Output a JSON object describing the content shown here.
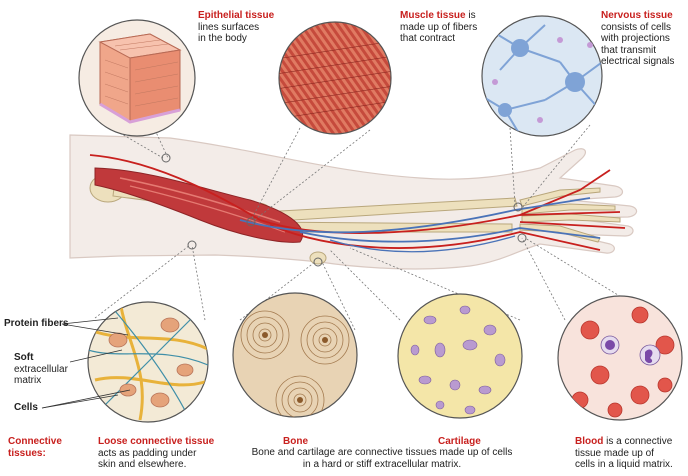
{
  "colors": {
    "accent_red": "#c8201e",
    "skin": "#f3ece8",
    "muscle": "#c0393b",
    "bone": "#ede0bd",
    "artery": "#c8201e",
    "vein": "#4a73b8",
    "nerve_bg": "#dbe7f3",
    "nerve_cell": "#7fa3d6",
    "cartilage_bg": "#f4e6a8",
    "cartilage_cell": "#b99ad0",
    "blood_bg": "#f8e3dc",
    "rbc": "#e2564b",
    "loose_bg": "#f3ead6",
    "bone_tissue_bg": "#e8d3b4"
  },
  "labels": {
    "epithelial": {
      "title": "Epithelial tissue",
      "desc_1": "lines surfaces",
      "desc_2": "in the body"
    },
    "muscle": {
      "title": "Muscle tissue",
      "desc_0": " is",
      "desc_1": "made up of fibers",
      "desc_2": "that contract"
    },
    "nervous": {
      "title": "Nervous tissue",
      "desc_1": "consists of cells",
      "desc_2": "with projections",
      "desc_3": "that transmit",
      "desc_4": "electrical signals"
    },
    "protein_fibers": "Protein fibers",
    "soft_matrix_1": "Soft",
    "soft_matrix_2": "extracellular",
    "soft_matrix_3": "matrix",
    "cells": "Cells",
    "connective_1": "Connective",
    "connective_2": "tissues:",
    "loose": {
      "title": "Loose connective tissue",
      "desc_1": "acts as padding under",
      "desc_2": "skin and elsewhere."
    },
    "bone_title": "Bone",
    "cartilage_title": "Cartilage",
    "bone_cartilage_desc_1": "Bone and cartilage are connective tissues made up of cells",
    "bone_cartilage_desc_2": "in a hard or stiff extracellular matrix.",
    "blood": {
      "title": "Blood",
      "desc_0": " is a connective",
      "desc_1": "tissue made up of",
      "desc_2": "cells in a liquid matrix."
    }
  }
}
